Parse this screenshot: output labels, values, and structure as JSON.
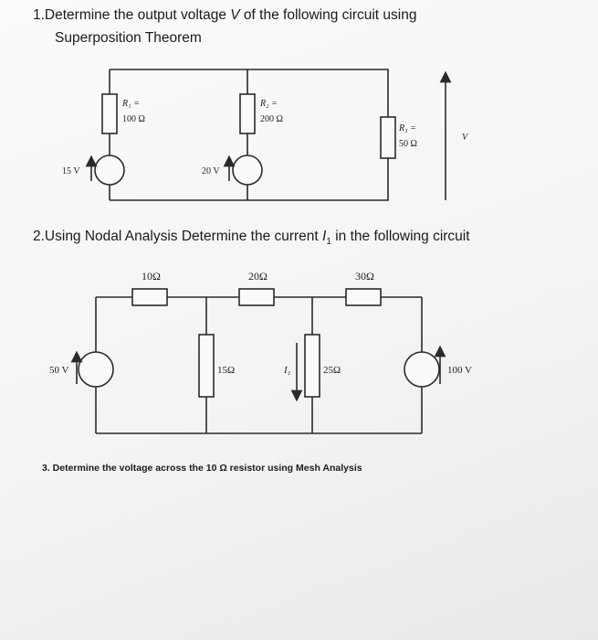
{
  "questions": {
    "q1_line1_pre": "1.Determine the output voltage ",
    "q1_var": "V",
    "q1_line1_post": " of the following circuit using",
    "q1_line2": "Superposition Theorem",
    "q2_pre": "2.Using Nodal Analysis Determine the current ",
    "q2_var": "I",
    "q2_sub": "1",
    "q2_post": " in the following circuit",
    "q3": "3.  Determine the voltage across the 10 Ω resistor using Mesh Analysis"
  },
  "circuit1": {
    "r1_name": "R₁ =",
    "r1_value": "100 Ω",
    "r2_name": "R₂ =",
    "r2_value": "200 Ω",
    "r3_name": "R₃ =",
    "r3_value": "50 Ω",
    "v1": "15 V",
    "v2": "20 V",
    "output_label": "V"
  },
  "circuit2": {
    "r_top1": "10Ω",
    "r_top2": "20Ω",
    "r_top3": "30Ω",
    "r_shunt1": "15Ω",
    "r_shunt2": "25Ω",
    "current_label": "I₁",
    "v_left": "50 V",
    "v_right": "100 V"
  }
}
